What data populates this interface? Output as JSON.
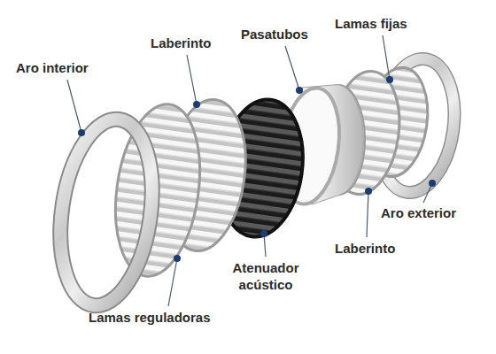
{
  "diagram": {
    "labels": [
      "Aro interior",
      "Laberinto",
      "Pasatubos",
      "Lamas fijas",
      "Aro exterior",
      "Laberinto",
      "Atenuador acústico",
      "Lamas reguladoras"
    ]
  }
}
